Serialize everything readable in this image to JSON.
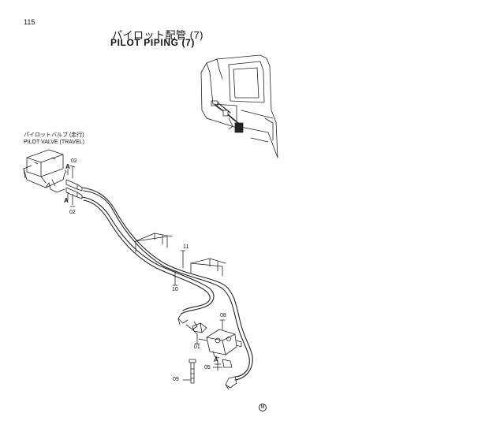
{
  "page_number": "115",
  "title_japanese": "パイロット配管 (7)",
  "title_english": "PILOT PIPING (7)",
  "component_label_japanese": "パイロットバルブ (走行)",
  "component_label_english": "PILOT VALVE (TRAVEL)",
  "callouts": {
    "c02_top": "02",
    "c02_bottom": "02",
    "a_top": "A",
    "a_bottom": "A",
    "c11": "11",
    "c10": "10",
    "c08": "08",
    "c01": "01",
    "a_lower": "A",
    "c05": "05",
    "c09": "09"
  },
  "corner_mark": "M"
}
